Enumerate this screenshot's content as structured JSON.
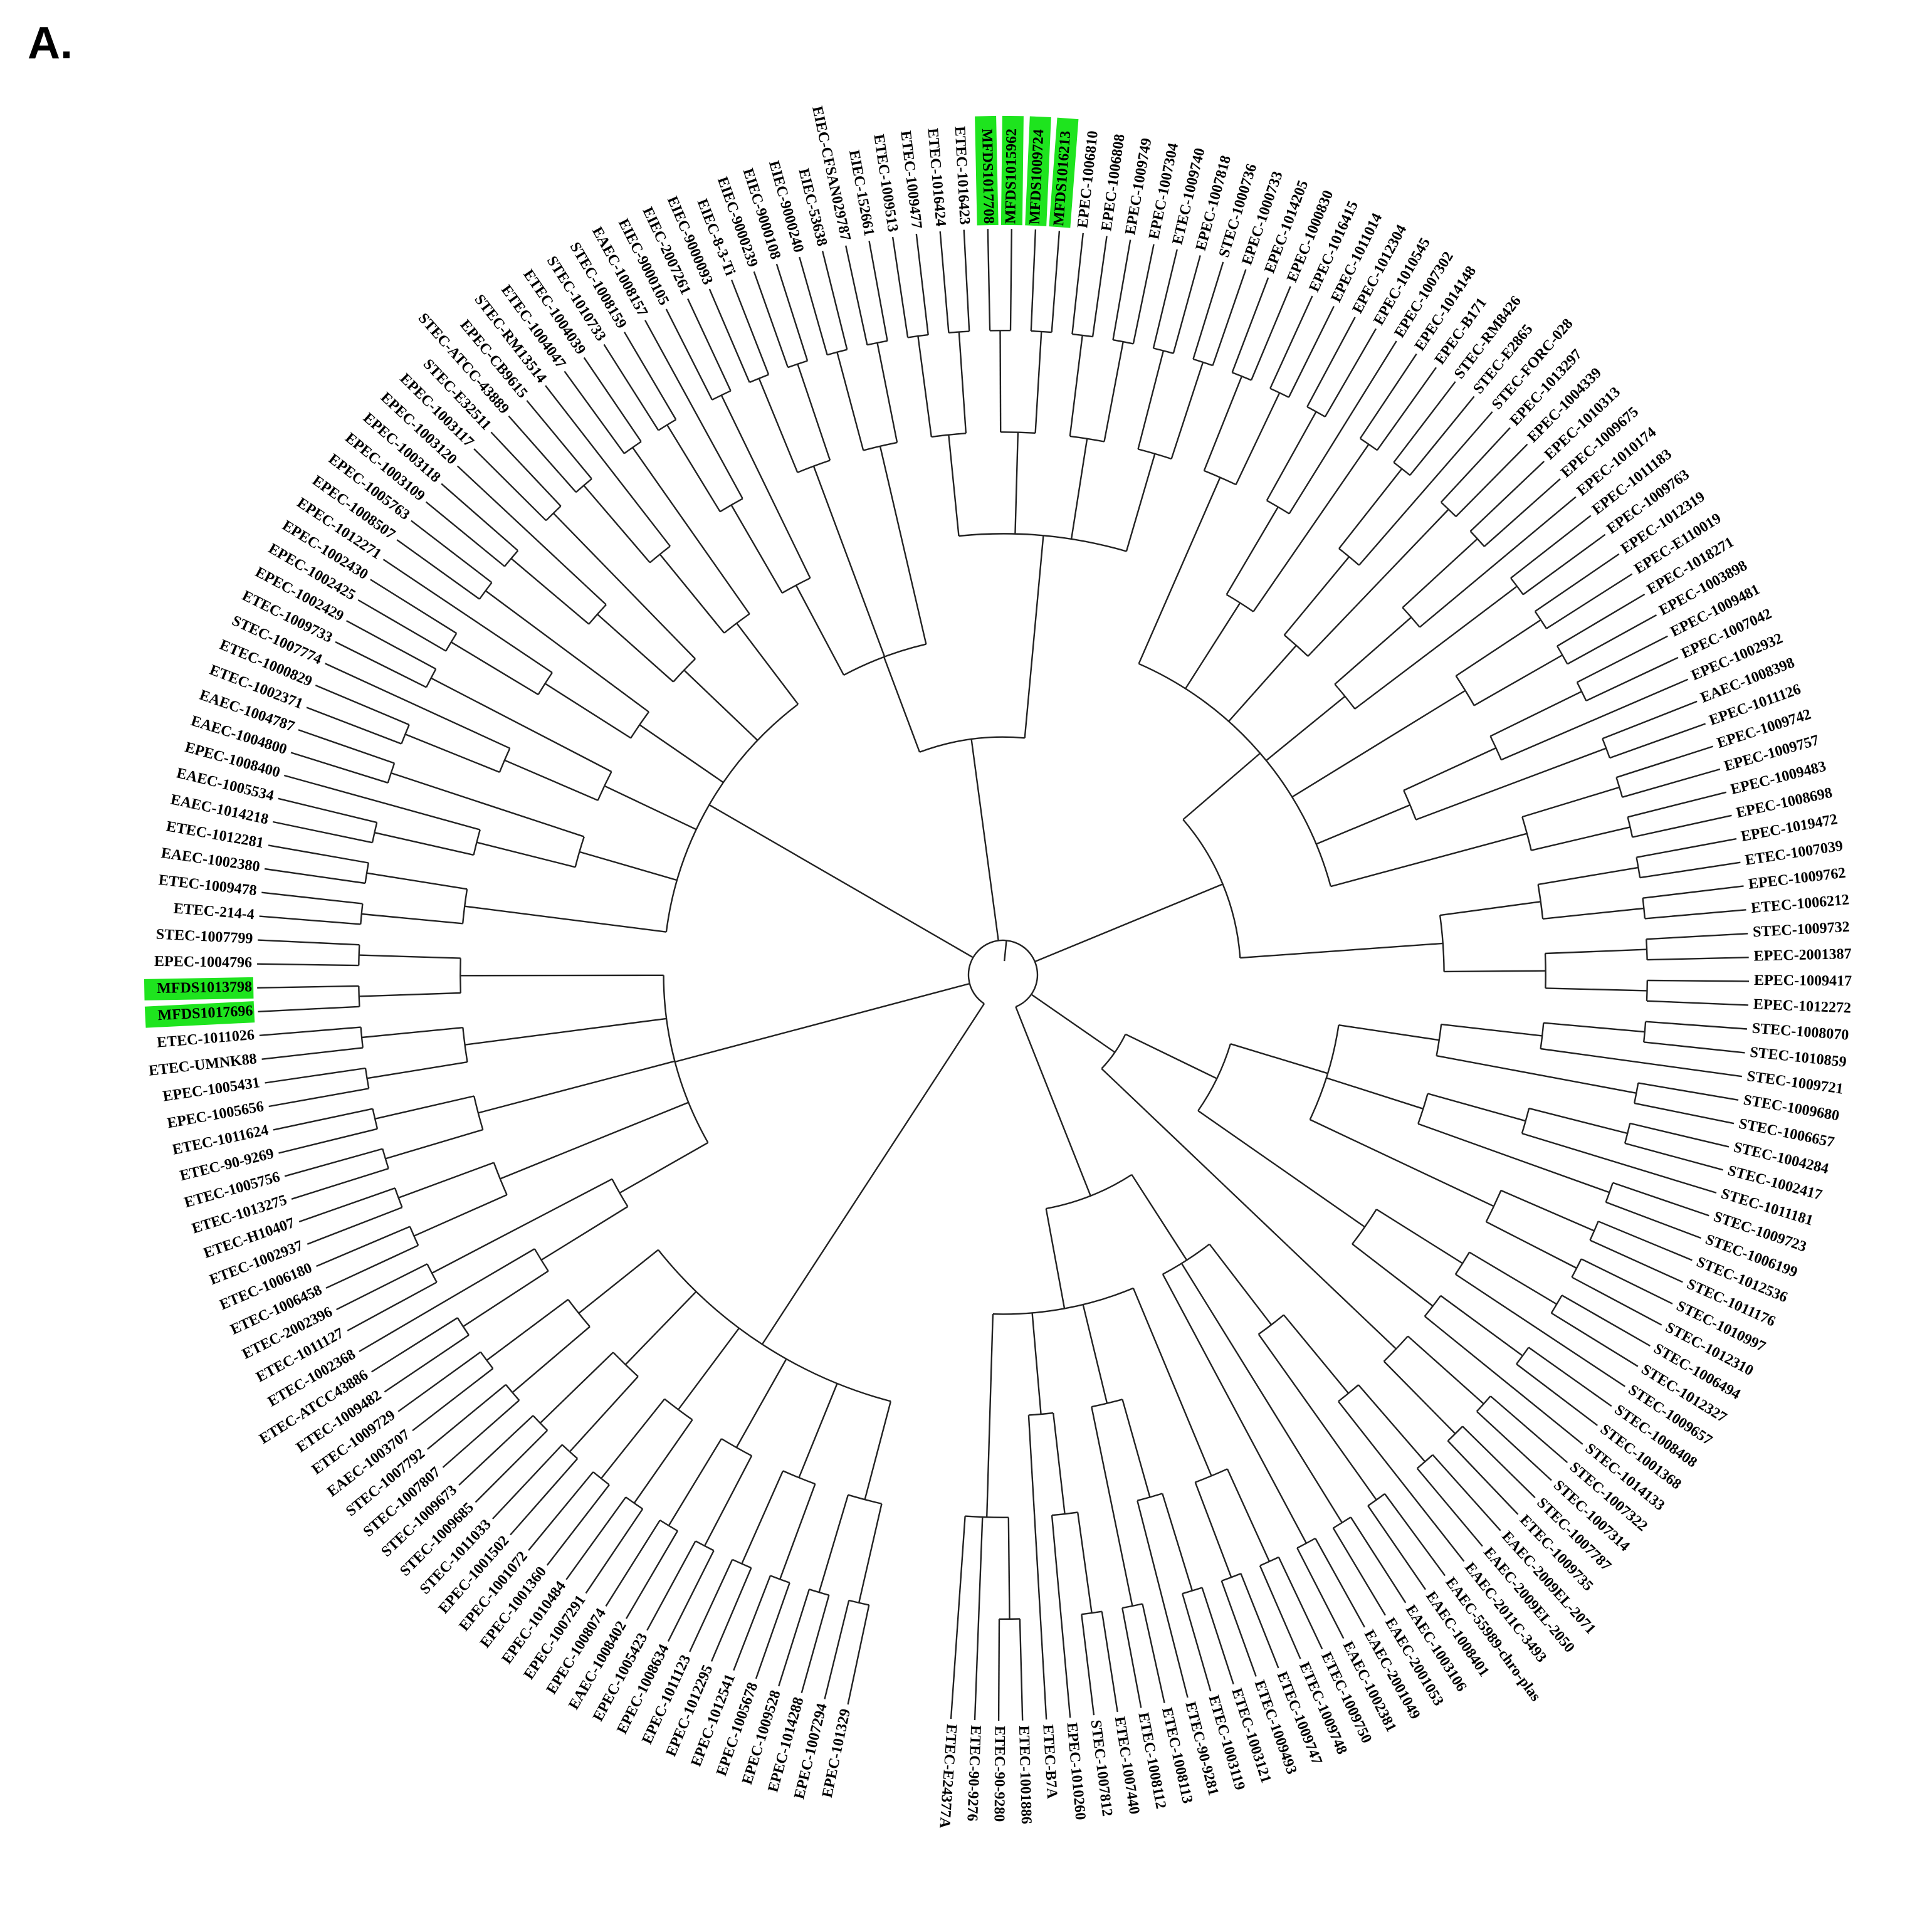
{
  "figure": {
    "panel_label": "A."
  },
  "colors": {
    "highlight": "#1ee41e",
    "branch": "#222222",
    "text": "#000000"
  },
  "highlighted": [
    "MFDS1016213",
    "MFDS1009724",
    "MFDS1015962",
    "MFDS1017708",
    "MFDS1017696",
    "MFDS1013798"
  ],
  "tree": [
    [
      [
        [
          "ETEC-E24377A",
          "ETEC-90-9276",
          [
            "ETEC-90-9280",
            "ETEC-1001886"
          ]
        ],
        [
          "ETEC-B7A",
          [
            "EPEC-1010260",
            [
              "STEC-1007812",
              "ETEC-1007440"
            ]
          ]
        ],
        [
          [
            "ETEC-1008112",
            "ETEC-1008113"
          ],
          [
            "ETEC-90-9281",
            [
              "ETEC-1003119",
              "ETEC-1003121"
            ]
          ]
        ],
        [
          [
            "ETEC-1009493",
            "ETEC-1009747"
          ],
          [
            "ETEC-1009748",
            "ETEC-1009750"
          ]
        ]
      ],
      [
        [
          "EAEC-1002381",
          "EAEC-2001049"
        ],
        [
          "EAEC-2001053",
          "EAEC-1003106"
        ],
        [
          [
            "EAEC-1008401",
            "EAEC-55989-chro-plas"
          ],
          [
            "EAEC-2011C-3493",
            [
              "EAEC-2009EL-2050",
              "EAEC-2009EL-2071"
            ]
          ]
        ]
      ]
    ],
    [
      [
        [
          "ETEC-1009735",
          "STEC-1007787"
        ],
        [
          "STEC-1007314",
          "STEC-1007322"
        ]
      ],
      [
        [
          [
            "STEC-1014133",
            [
              "STEC-1001368",
              "STEC-1008408"
            ]
          ],
          [
            "STEC-1009657",
            [
              "STEC-1012327",
              "STEC-1006494"
            ]
          ]
        ],
        [
          [
            [
              "STEC-1012310",
              "STEC-1010997"
            ],
            [
              "STEC-1011176",
              "STEC-1012536"
            ]
          ],
          [
            [
              "STEC-1006199",
              "STEC-1009723"
            ],
            [
              "STEC-1011181",
              [
                "STEC-1002417",
                "STEC-1004284"
              ]
            ]
          ],
          [
            [
              "STEC-1006657",
              "STEC-1009680"
            ],
            [
              "STEC-1009721",
              [
                "STEC-1010859",
                "STEC-1008070"
              ]
            ]
          ]
        ]
      ]
    ],
    [
      [
        [
          [
            "EPEC-1012272",
            "EPEC-1009417"
          ],
          [
            "EPEC-2001387",
            "STEC-1009732"
          ]
        ],
        [
          [
            "ETEC-1006212",
            "EPEC-1009762"
          ],
          [
            "ETEC-1007039",
            "EPEC-1019472"
          ]
        ]
      ],
      [
        [
          [
            "EPEC-1008698",
            "EPEC-1009483"
          ],
          [
            "EPEC-1009757",
            "EPEC-1009742"
          ]
        ],
        [
          [
            "EPEC-1011126",
            "EAEC-1008398"
          ],
          [
            "EPEC-1002932",
            [
              "EPEC-1007042",
              "EPEC-1009481"
            ]
          ]
        ],
        [
          [
            "EPEC-1003898",
            "EPEC-1018271"
          ],
          [
            "EPEC-E110019",
            "EPEC-1012319"
          ]
        ],
        [
          [
            "EPEC-1009763",
            "EPEC-1011183"
          ],
          [
            "EPEC-1010174",
            [
              "EPEC-1009675",
              "EPEC-1010313"
            ]
          ]
        ],
        [
          [
            "EPEC-1004339",
            "EPEC-1013297"
          ],
          [
            "STEC-FORC-028",
            [
              "STEC-E2865",
              "STEC-RM8426"
            ]
          ]
        ],
        [
          [
            "EPEC-B171",
            "EPEC-1014148"
          ],
          [
            "EPEC-1007302",
            [
              "EPEC-1010545",
              "EPEC-1012304"
            ]
          ]
        ],
        [
          [
            "EPEC-1011014",
            "EPEC-1016415"
          ],
          [
            "EPEC-1000830",
            "EPEC-1014205"
          ]
        ]
      ]
    ],
    [
      [
        [
          [
            "EPEC-1000733",
            "STEC-1000736"
          ],
          [
            "EPEC-1007818",
            "ETEC-1009740"
          ]
        ],
        [
          [
            "EPEC-1007304",
            "EPEC-1009749"
          ],
          [
            "EPEC-1006808",
            "EPEC-1006810"
          ]
        ],
        [
          [
            "MFDS1016213",
            "MFDS1009724"
          ],
          [
            "MFDS1015962",
            "MFDS1017708"
          ]
        ],
        [
          [
            "ETEC-1016423",
            "ETEC-1016424"
          ],
          [
            "ETEC-1009477",
            "ETEC-1009513"
          ]
        ]
      ],
      [
        [
          [
            "EIEC-152661",
            "EIEC-CFSAN029787"
          ],
          [
            "EIEC-53638",
            "EIEC-9000240"
          ]
        ],
        [
          [
            "EIEC-9000108",
            "EIEC-9000239"
          ],
          [
            "EIEC-8-3-Ti",
            "EIEC-9000093"
          ]
        ],
        [
          [
            "EIEC-2007261",
            "EIEC-9000105"
          ],
          [
            "EAEC-1008157",
            [
              "STEC-1008159",
              "STEC-1010733"
            ]
          ]
        ]
      ]
    ],
    [
      [
        [
          "ETEC-1004039",
          "ETEC-1004047"
        ],
        [
          "STEC-RM13514",
          [
            "EPEC-CB9615",
            "STEC-ATCC-43889"
          ]
        ]
      ],
      [
        [
          "STEC-E32511",
          "EPEC-1003117"
        ],
        [
          "EPEC-1003120",
          [
            "EPEC-1003118",
            "EPEC-1003109"
          ]
        ]
      ],
      [
        [
          "EPEC-1005763",
          "EPEC-1008507"
        ],
        [
          "EPEC-1012271",
          [
            "EPEC-1002430",
            "EPEC-1002425"
          ]
        ]
      ],
      [
        [
          "EPEC-1002429",
          "ETEC-1009733"
        ],
        [
          "STEC-1007774",
          [
            "ETEC-1000829",
            "ETEC-1002371"
          ]
        ]
      ],
      [
        [
          "EAEC-1004787",
          "EAEC-1004800"
        ],
        [
          "EPEC-1008400",
          [
            "EAEC-1005534",
            "EAEC-1014218"
          ]
        ]
      ],
      [
        [
          "ETEC-1012281",
          "EAEC-1002380"
        ],
        [
          "ETEC-1009478",
          "ETEC-214-4"
        ]
      ]
    ],
    [
      [
        [
          "STEC-1007799",
          "EPEC-1004796"
        ],
        [
          "MFDS1013798",
          "MFDS1017696"
        ]
      ],
      [
        [
          "ETEC-1011026",
          "ETEC-UMNK88"
        ],
        [
          "EPEC-1005431",
          "EPEC-1005656"
        ]
      ],
      [
        [
          "ETEC-1011624",
          "ETEC-90-9269"
        ],
        [
          "ETEC-1005756",
          "ETEC-1013275"
        ]
      ],
      [
        [
          "ETEC-H10407",
          "ETEC-1002937"
        ],
        [
          "ETEC-1006180",
          "ETEC-1006458"
        ]
      ],
      [
        [
          "ETEC-2002396",
          "ETEC-1011127"
        ],
        [
          "ETEC-1002368",
          [
            "ETEC-ATCC43886",
            "ETEC-1009482"
          ]
        ]
      ]
    ],
    [
      [
        [
          "ETEC-1009729",
          "EAEC-1003707"
        ],
        [
          "STEC-1007792",
          "STEC-1007807"
        ]
      ],
      [
        [
          "STEC-1009673",
          "STEC-1009685"
        ],
        [
          "STEC-1011033",
          "EPEC-1001502"
        ]
      ],
      [
        [
          "EPEC-1001072",
          "EPEC-1001360"
        ],
        [
          "EPEC-1010484",
          "EPEC-1007291"
        ]
      ],
      [
        [
          "EPEC-1008074",
          "EAEC-1008402"
        ],
        [
          "EPEC-1005423",
          "EPEC-1008634"
        ]
      ],
      [
        [
          "EPEC-1011123",
          "EPEC-1012295"
        ],
        [
          "EPEC-1012541",
          "EPEC-1005678"
        ]
      ],
      [
        [
          "EPEC-1009528",
          "EPEC-1014288"
        ],
        [
          "EPEC-1007294",
          "EPEC-101329"
        ]
      ]
    ]
  ]
}
